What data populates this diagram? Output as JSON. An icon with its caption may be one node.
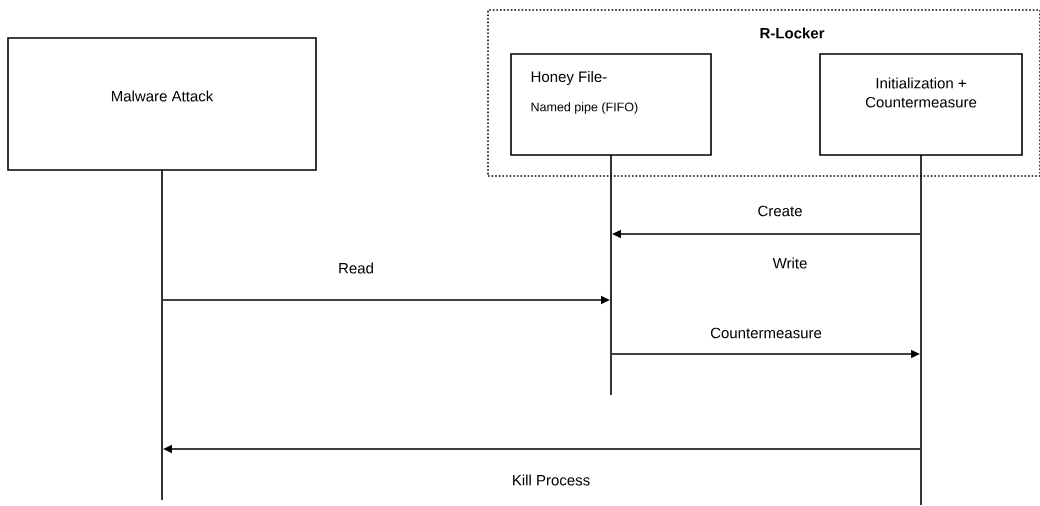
{
  "diagram": {
    "nodes": [
      {
        "text": [
          "Malware Attack"
        ]
      },
      {
        "text": [
          "R-Locker"
        ]
      },
      {
        "text": [
          "Honey File-",
          "Named pipe (FIFO)"
        ],
        "in": 1
      },
      {
        "text": [
          "Initialization + Countermeasure"
        ],
        "in": 1
      },
      {
        "text": [],
        "shape": "bar"
      },
      {
        "text": [],
        "shape": "bar"
      },
      {
        "text": [],
        "shape": "bar"
      }
    ],
    "edges": [
      {
        "from": 6,
        "to": 5,
        "arrow": "to",
        "label": "Create"
      },
      {
        "from": 4,
        "to": 5,
        "arrow": "to",
        "label": "Read"
      },
      {
        "from": 5,
        "to": 6,
        "arrow": "to",
        "label": "Countermeasure"
      },
      {
        "from": 6,
        "to": 4,
        "arrow": "to",
        "label": "Kill Process"
      }
    ],
    "labels": [
      "Write"
    ]
  }
}
